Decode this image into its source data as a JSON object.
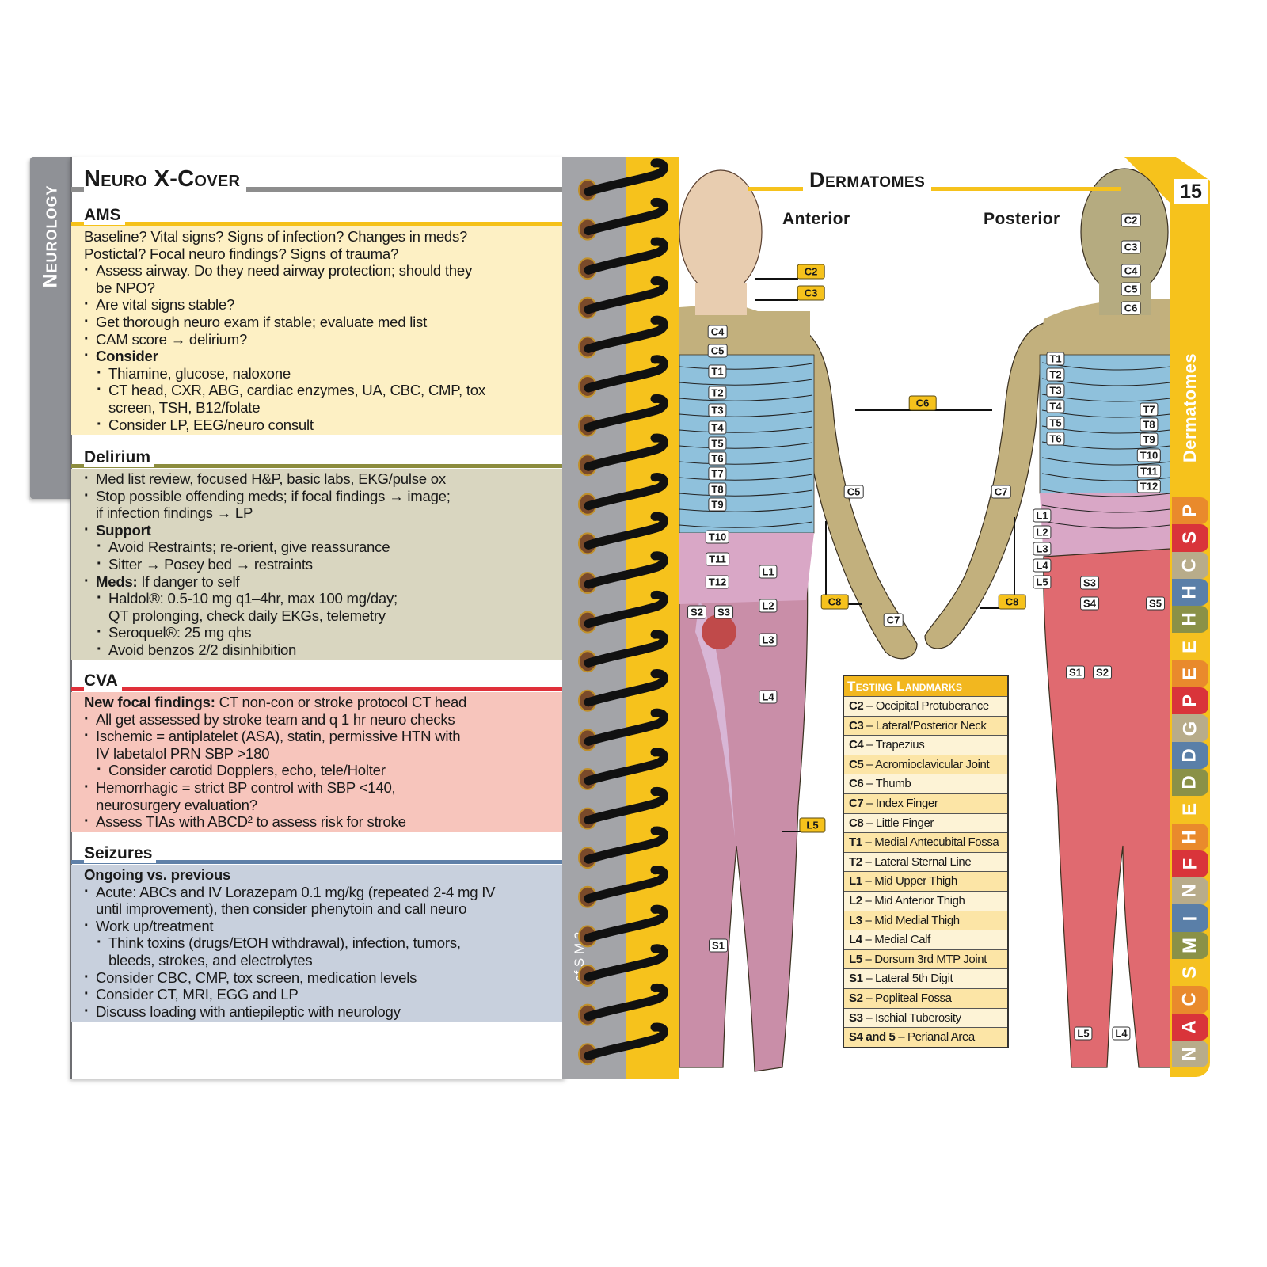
{
  "left_page": {
    "tab_label": "Neurology",
    "title": "Neuro X-Cover",
    "spine_text": "of S M 2",
    "sections": [
      {
        "title": "AMS",
        "rule_color": "#f5c118",
        "bg_color": "#fdf0c4",
        "lines": [
          {
            "lvl": 0,
            "t": "Baseline? Vital signs? Signs of infection? Changes in meds?"
          },
          {
            "lvl": 0,
            "t": "Postictal? Focal neuro findings? Signs of trauma?"
          },
          {
            "lvl": 1,
            "bullet": true,
            "t": "Assess airway. Do they need airway protection; should they"
          },
          {
            "lvl": 1,
            "t": "be NPO?"
          },
          {
            "lvl": 1,
            "bullet": true,
            "t": "Are vital signs stable?"
          },
          {
            "lvl": 1,
            "bullet": true,
            "t": "Get thorough neuro exam if stable; evaluate med list"
          },
          {
            "lvl": 1,
            "bullet": true,
            "t": "CAM score → delirium?"
          },
          {
            "lvl": 1,
            "bullet": true,
            "b": "Consider",
            "t": ""
          },
          {
            "lvl": 2,
            "bullet": true,
            "t": "Thiamine, glucose, naloxone"
          },
          {
            "lvl": 2,
            "bullet": true,
            "t": "CT head, CXR, ABG, cardiac enzymes, UA, CBC, CMP, tox"
          },
          {
            "lvl": 2,
            "t": "screen, TSH, B12/folate"
          },
          {
            "lvl": 2,
            "bullet": true,
            "t": "Consider LP, EEG/neuro consult"
          }
        ]
      },
      {
        "title": "Delirium",
        "rule_color": "#8c8c3e",
        "bg_color": "#d9d6c0",
        "lines": [
          {
            "lvl": 1,
            "bullet": true,
            "t": "Med list review, focused H&P, basic labs, EKG/pulse ox"
          },
          {
            "lvl": 1,
            "bullet": true,
            "t": "Stop possible offending meds; if focal findings → image;"
          },
          {
            "lvl": 1,
            "t": "if infection findings → LP"
          },
          {
            "lvl": 1,
            "bullet": true,
            "b": "Support",
            "t": ""
          },
          {
            "lvl": 2,
            "bullet": true,
            "t": "Avoid Restraints; re-orient, give reassurance"
          },
          {
            "lvl": 2,
            "bullet": true,
            "t": "Sitter → Posey bed → restraints"
          },
          {
            "lvl": 1,
            "bullet": true,
            "b": "Meds:",
            "t": " If danger to self"
          },
          {
            "lvl": 2,
            "bullet": true,
            "t": "Haldol®: 0.5-10 mg q1–4hr, max 100 mg/day;"
          },
          {
            "lvl": 2,
            "t": "QT prolonging, check daily EKGs, telemetry"
          },
          {
            "lvl": 2,
            "bullet": true,
            "t": "Seroquel®: 25 mg qhs"
          },
          {
            "lvl": 2,
            "bullet": true,
            "t": "Avoid benzos 2/2 disinhibition"
          }
        ]
      },
      {
        "title": "CVA",
        "rule_color": "#e0303a",
        "bg_color": "#f7c5bc",
        "lines": [
          {
            "lvl": 0,
            "b": "New focal findings:",
            "t": " CT non-con or stroke protocol CT head"
          },
          {
            "lvl": 1,
            "bullet": true,
            "t": "All get assessed by stroke team and q 1 hr neuro checks"
          },
          {
            "lvl": 1,
            "bullet": true,
            "t": "Ischemic = antiplatelet (ASA), statin, permissive HTN with"
          },
          {
            "lvl": 1,
            "t": "IV labetalol PRN SBP >180"
          },
          {
            "lvl": 2,
            "bullet": true,
            "t": "Consider carotid Dopplers, echo, tele/Holter"
          },
          {
            "lvl": 1,
            "bullet": true,
            "t": "Hemorrhagic = strict BP control with SBP <140,"
          },
          {
            "lvl": 1,
            "t": "neurosurgery evaluation?"
          },
          {
            "lvl": 1,
            "bullet": true,
            "t": "Assess TIAs with ABCD² to assess risk for stroke"
          }
        ]
      },
      {
        "title": "Seizures",
        "rule_color": "#5f80a8",
        "bg_color": "#c8d0dd",
        "lines": [
          {
            "lvl": 0,
            "b": "Ongoing vs. previous",
            "t": ""
          },
          {
            "lvl": 1,
            "bullet": true,
            "t": "Acute: ABCs and IV Lorazepam 0.1 mg/kg (repeated 2-4 mg IV"
          },
          {
            "lvl": 1,
            "t": "until improvement), then consider phenytoin and call neuro"
          },
          {
            "lvl": 1,
            "bullet": true,
            "t": "Work up/treatment"
          },
          {
            "lvl": 2,
            "bullet": true,
            "t": "Think toxins (drugs/EtOH withdrawal), infection, tumors,"
          },
          {
            "lvl": 2,
            "t": "bleeds, strokes, and electrolytes"
          },
          {
            "lvl": 1,
            "bullet": true,
            "t": "Consider CBC, CMP, tox screen, medication levels"
          },
          {
            "lvl": 1,
            "bullet": true,
            "t": "Consider CT, MRI, EGG and LP"
          },
          {
            "lvl": 1,
            "bullet": true,
            "t": "Discuss loading with antiepileptic with neurology"
          }
        ]
      }
    ]
  },
  "right_page": {
    "title": "Dermatomes",
    "page_number": "15",
    "tab_label": "Dermatomes",
    "anterior_label": "Anterior",
    "posterior_label": "Posterior",
    "anterior_markers": [
      "C2",
      "C3",
      "C4",
      "C5",
      "T1",
      "T2",
      "T3",
      "T4",
      "T5",
      "T6",
      "T7",
      "T8",
      "T9",
      "T10",
      "T11",
      "T12",
      "L1",
      "L2",
      "L3",
      "L4",
      "S2",
      "S3",
      "C5",
      "C6",
      "C8",
      "C7",
      "L5",
      "S1"
    ],
    "posterior_markers": [
      "C2",
      "C3",
      "C4",
      "C5",
      "C6",
      "T1",
      "T2",
      "T3",
      "T4",
      "T5",
      "T6",
      "T7",
      "T8",
      "T9",
      "T10",
      "T11",
      "T12",
      "C7",
      "L1",
      "L2",
      "L3",
      "L4",
      "L5",
      "S3",
      "S4",
      "S5",
      "C8",
      "S1",
      "S2",
      "L5",
      "L4"
    ],
    "landmarks": {
      "title": "Testing Landmarks",
      "rows": [
        {
          "code": "C2",
          "desc": "Occipital Protuberance"
        },
        {
          "code": "C3",
          "desc": "Lateral/Posterior Neck"
        },
        {
          "code": "C4",
          "desc": "Trapezius"
        },
        {
          "code": "C5",
          "desc": "Acromioclavicular Joint"
        },
        {
          "code": "C6",
          "desc": "Thumb"
        },
        {
          "code": "C7",
          "desc": "Index Finger"
        },
        {
          "code": "C8",
          "desc": "Little Finger"
        },
        {
          "code": "T1",
          "desc": "Medial Antecubital Fossa"
        },
        {
          "code": "T2",
          "desc": "Lateral Sternal Line"
        },
        {
          "code": "L1",
          "desc": "Mid Upper Thigh"
        },
        {
          "code": "L2",
          "desc": "Mid Anterior Thigh"
        },
        {
          "code": "L3",
          "desc": "Mid Medial Thigh"
        },
        {
          "code": "L4",
          "desc": "Medial Calf"
        },
        {
          "code": "L5",
          "desc": "Dorsum 3rd MTP Joint"
        },
        {
          "code": "S1",
          "desc": "Lateral 5th Digit"
        },
        {
          "code": "S2",
          "desc": "Popliteal Fossa"
        },
        {
          "code": "S3",
          "desc": "Ischial Tuberosity"
        },
        {
          "code": "S4 and 5",
          "desc": "Perianal Area"
        }
      ]
    },
    "index_tabs": [
      {
        "letter": "P",
        "color": "#e98a2c"
      },
      {
        "letter": "S",
        "color": "#d9343a"
      },
      {
        "letter": "C",
        "color": "#b8ac8a"
      },
      {
        "letter": "H",
        "color": "#5a7fa8"
      },
      {
        "letter": "H",
        "color": "#8a9147"
      },
      {
        "letter": "E",
        "color": "#f5c120"
      },
      {
        "letter": "E",
        "color": "#e98a2c"
      },
      {
        "letter": "P",
        "color": "#d9343a"
      },
      {
        "letter": "G",
        "color": "#b8ac8a"
      },
      {
        "letter": "D",
        "color": "#5a7fa8"
      },
      {
        "letter": "D",
        "color": "#8a9147"
      },
      {
        "letter": "E",
        "color": "#f5c120"
      },
      {
        "letter": "H",
        "color": "#e98a2c"
      },
      {
        "letter": "F",
        "color": "#d9343a"
      },
      {
        "letter": "N",
        "color": "#b8ac8a"
      },
      {
        "letter": "I",
        "color": "#5a7fa8"
      },
      {
        "letter": "M",
        "color": "#8a9147"
      },
      {
        "letter": "S",
        "color": "#f5c120"
      },
      {
        "letter": "C",
        "color": "#e98a2c"
      },
      {
        "letter": "A",
        "color": "#d9343a"
      },
      {
        "letter": "N",
        "color": "#b8ac8a"
      }
    ]
  }
}
